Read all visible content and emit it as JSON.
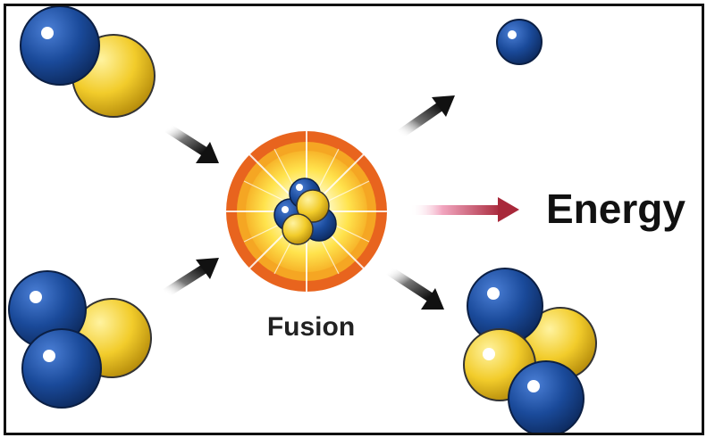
{
  "labels": {
    "fusion": "Fusion",
    "energy": "Energy"
  },
  "colors": {
    "neutron": "#1a4a9a",
    "proton": "#f2cc2b",
    "burst_outer": "#e8641e",
    "burst_mid": "#f5a623",
    "burst_inner": "#fff8c0",
    "arrow": "#1c1c1c",
    "energy_arrow": "#b53a4a"
  },
  "icons": [
    "particle-neutron",
    "particle-proton",
    "arrow-icon",
    "fusion-burst-icon"
  ]
}
